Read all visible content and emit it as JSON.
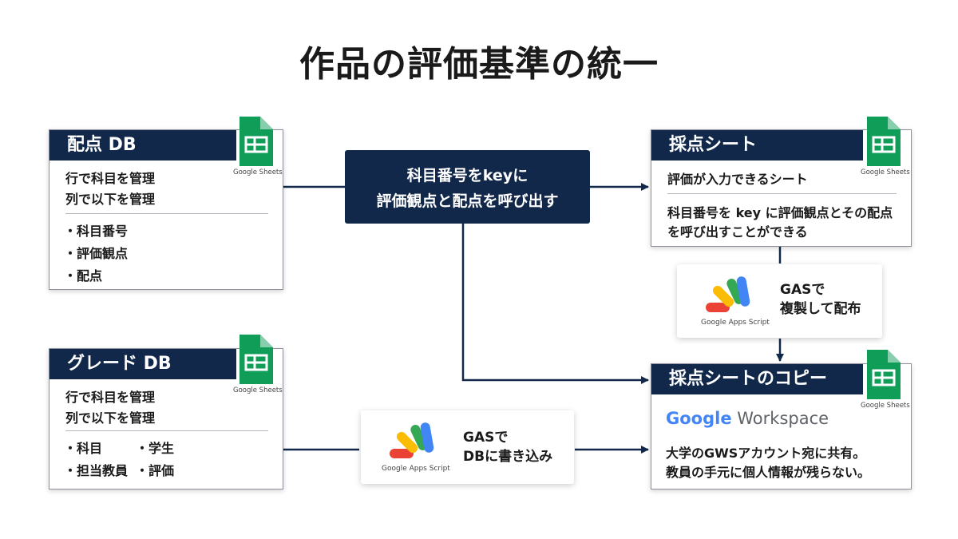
{
  "title": "作品の評価基準の統一",
  "icon_labels": {
    "sheets": "Google Sheets",
    "apps_script": "Google Apps Script"
  },
  "haiten_db": {
    "header": "配点 DB",
    "lines": [
      "行で科目を管理",
      "列で以下を管理"
    ],
    "items": [
      "・科目番号",
      "・評価観点",
      "・配点"
    ]
  },
  "grade_db": {
    "header": "グレード DB",
    "lines": [
      "行で科目を管理",
      "列で以下を管理"
    ],
    "items": [
      "・科目",
      "・学生",
      "・担当教員",
      "・評価"
    ]
  },
  "center_box": {
    "lines": [
      "科目番号をkeyに",
      "評価観点と配点を呼び出す"
    ]
  },
  "saiten_sheet": {
    "header": "採点シート",
    "subtitle": "評価が入力できるシート",
    "lines": [
      "科目番号を key に評価観点とその配点",
      "を呼び出すことができる"
    ]
  },
  "gas_copy": {
    "lines": [
      "GASで",
      "複製して配布"
    ]
  },
  "gas_write": {
    "lines": [
      "GASで",
      "DBに書き込み"
    ]
  },
  "saiten_copy": {
    "header": "採点シートのコピー",
    "brand_google": "Google",
    "brand_workspace": "Workspace",
    "lines": [
      "大学のGWSアカウント宛に共有。",
      "教員の手元に個人情報が残らない。"
    ]
  },
  "colors": {
    "navy": "#12284a",
    "sheets_green": "#0f9d58",
    "google_blue": "#4285f4",
    "google_red": "#ea4335",
    "google_yellow": "#fbbc05",
    "google_green": "#34a853"
  }
}
